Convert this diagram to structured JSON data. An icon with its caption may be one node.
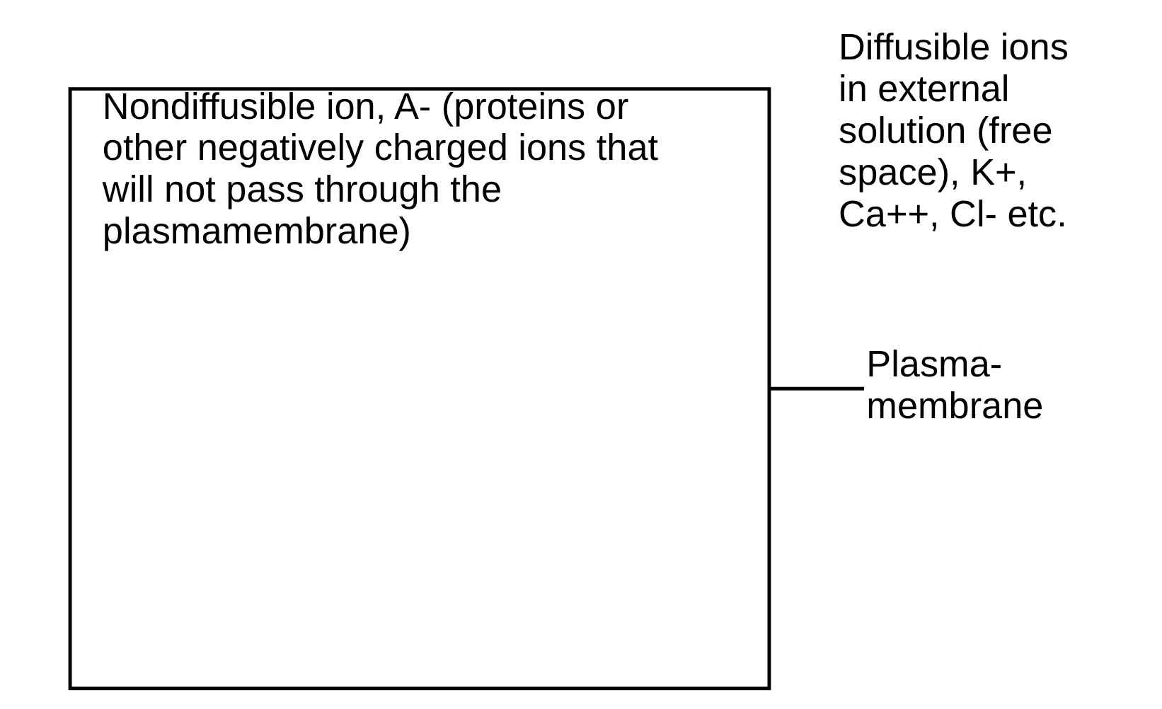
{
  "diagram": {
    "nodes": [
      {
        "text": [
          "Nondiffusible ion, A- (proteins or other negatively charged ions that will not pass through the plasmamembrane)"
        ]
      },
      {
        "text": [
          "Plasma- membrane"
        ]
      }
    ],
    "edges": [
      {
        "from": 1,
        "to": 0,
        "arrow": "none"
      }
    ],
    "labels": [
      "Diffusible ions in external solution (free space), K+, Ca++, Cl- etc."
    ]
  }
}
